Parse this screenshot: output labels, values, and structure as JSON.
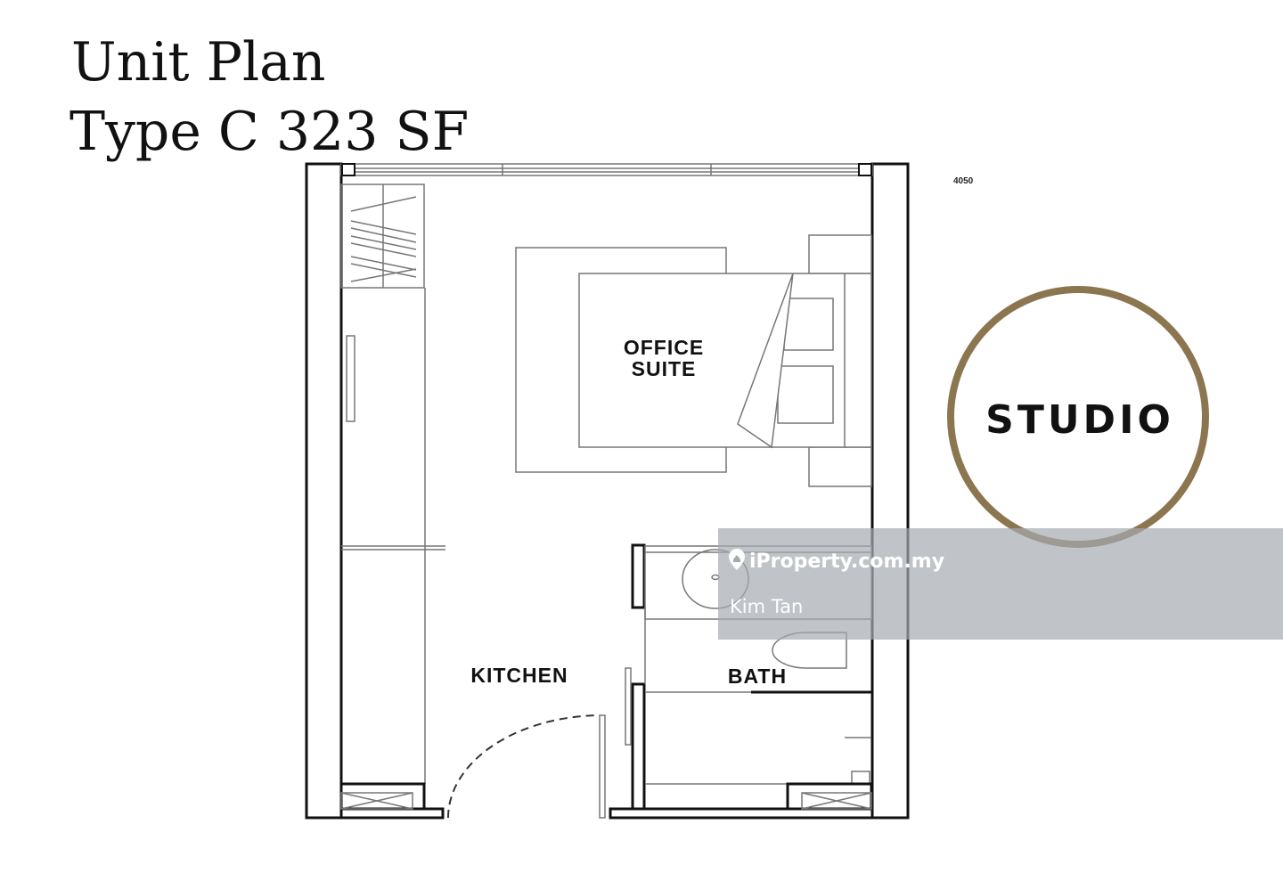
{
  "title": {
    "line1": "Unit Plan",
    "line2": "Type C 323 SF"
  },
  "dimension_label": "4050",
  "rooms": {
    "office_line1": "OFFICE",
    "office_line2": "SUITE",
    "kitchen": "KITCHEN",
    "bath": "BATH"
  },
  "badge": {
    "label": "STUDIO",
    "ring_color": "#8b7650"
  },
  "watermark": {
    "site": "iProperty.com.my",
    "agent": "Kim Tan",
    "icon": "location-pin-icon"
  }
}
